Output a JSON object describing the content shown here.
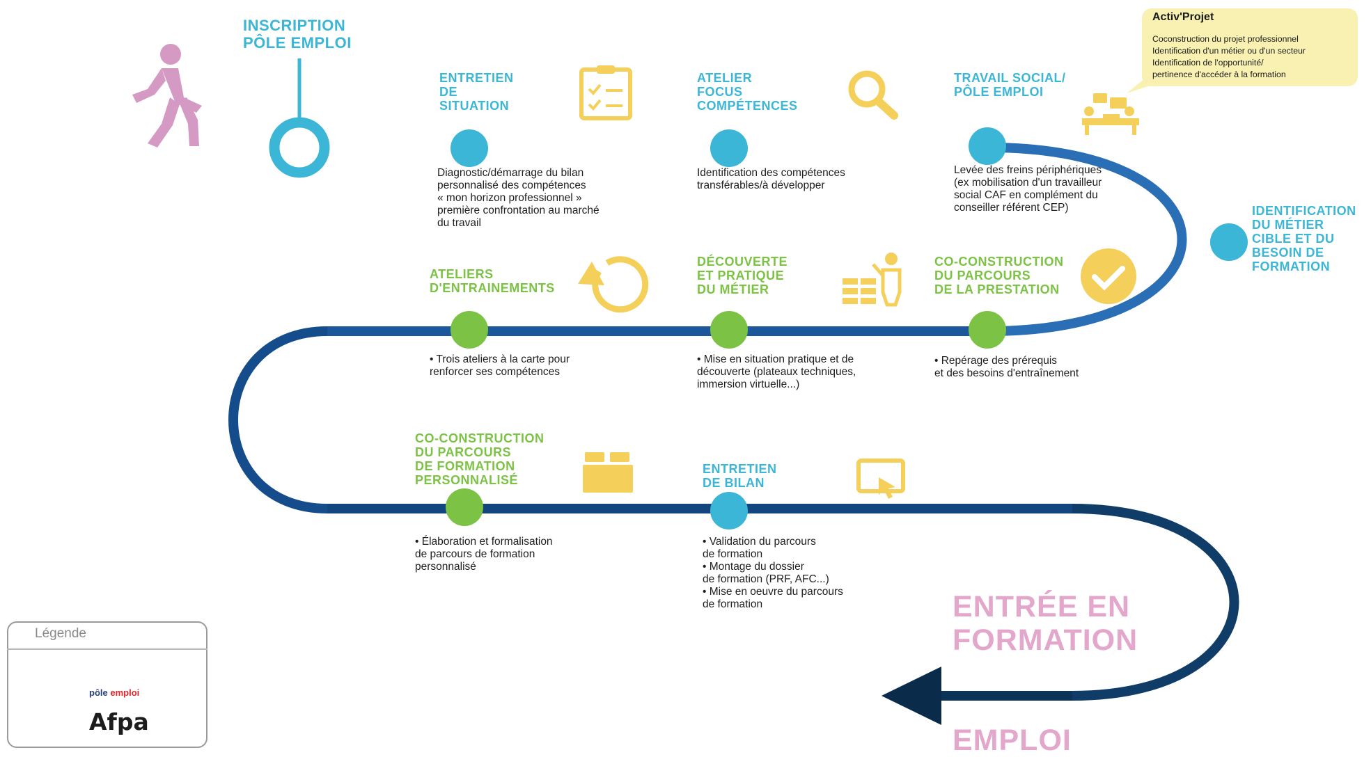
{
  "start": {
    "title": "INSCRIPTION\nPÔLE EMPLOI"
  },
  "steps": [
    {
      "title": "ENTRETIEN\nDE\nSITUATION",
      "text": "Diagnostic/démarrage du bilan\npersonnalisé des compétences\n« mon horizon professionnel »\npremière confrontation au marché\ndu travail",
      "provider": "Pôle emploi",
      "icon": "clipboard-checklist-icon"
    },
    {
      "title": "ATELIER\nFOCUS\nCOMPÉTENCES",
      "text": "Identification des compétences\ntransférables/à développer",
      "provider": "Pôle emploi",
      "icon": "magnifier-icon"
    },
    {
      "title": "TRAVAIL SOCIAL/\nPÔLE EMPLOI",
      "text": "Levée des freins périphériques\n(ex mobilisation d'un travailleur\nsocial CAF en complément du\nconseiller référent CEP)",
      "provider": "Pôle emploi",
      "icon": "meeting-icon"
    },
    {
      "title": "IDENTIFICATION\nDU MÉTIER\nCIBLE ET DU\nBESOIN DE\nFORMATION",
      "text": "",
      "provider": "Pôle emploi",
      "icon": ""
    },
    {
      "title": "CO-CONSTRUCTION\nDU PARCOURS\nDE LA PRESTATION",
      "text": "• Repérage des prérequis\net des besoins d'entraînement",
      "provider": "Afpa",
      "icon": "check-badge-icon"
    },
    {
      "title": "DÉCOUVERTE\nET PRATIQUE\nDU MÉTIER",
      "text": "• Mise en situation pratique et de\ndécouverte (plateaux techniques,\nimmersion virtuelle...)",
      "provider": "Afpa",
      "icon": "bricklayer-icon"
    },
    {
      "title": "ATELIERS\nD'ENTRAINEMENTS",
      "text": "• Trois ateliers à la carte pour\nrenforcer ses compétences",
      "provider": "Afpa",
      "icon": "refresh-icon"
    },
    {
      "title": "CO-CONSTRUCTION\nDU PARCOURS\nDE FORMATION\nPERSONNALISÉ",
      "text": "• Élaboration et formalisation\nde parcours de formation\npersonnalisé",
      "provider": "Afpa",
      "icon": "building-blocks-icon"
    },
    {
      "title": "ENTRETIEN\nDE BILAN",
      "text": "• Validation du parcours\nde formation\n• Montage du dossier\nde formation (PRF, AFC...)\n• Mise en oeuvre du parcours\nde formation",
      "provider": "Pôle emploi",
      "icon": "touch-screen-icon"
    }
  ],
  "end": {
    "formation": "ENTRÉE EN\nFORMATION",
    "emploi": "EMPLOI"
  },
  "callout": {
    "title": "Activ'Projet",
    "text": "Coconstruction du projet professionnel\nIdentification d'un métier ou d'un secteur\nIdentification de l'opportunité/\npertinence d'accéder à la formation"
  },
  "legend": {
    "title": "Légende",
    "items": [
      {
        "label_main": "pôle",
        "label_accent": "emploi",
        "color": "#3bb6d6",
        "logo": "pole-emploi-logo"
      },
      {
        "label_main": "Afpa",
        "color": "#7cc244",
        "logo": "afpa-logo"
      }
    ]
  },
  "colors": {
    "blue_dot": "#3bb6d6",
    "green_dot": "#7cc244",
    "path_dark": "#0f3d68",
    "path_light": "#a8c6ea",
    "icon_yellow": "#f4cf5a",
    "person": "#d59ac4",
    "pink_text": "#e3a7cc"
  }
}
